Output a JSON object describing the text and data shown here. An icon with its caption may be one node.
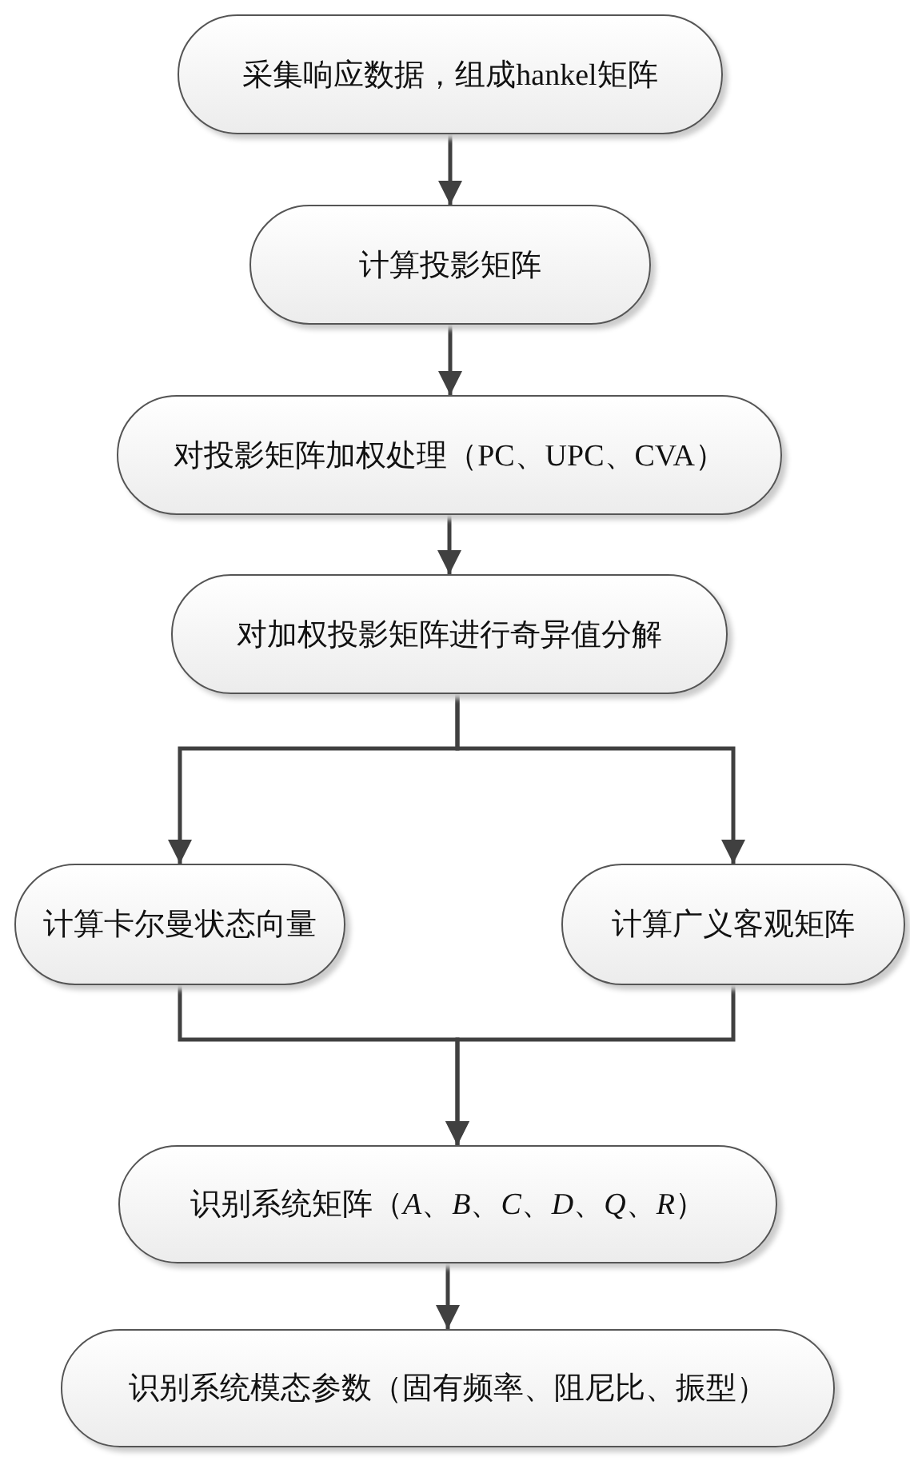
{
  "diagram": {
    "nodes": [
      {
        "text": [
          "采集响应数据，组成hankel矩阵"
        ]
      },
      {
        "text": [
          "计算投影矩阵"
        ]
      },
      {
        "text": [
          "对投影矩阵加权处理（PC、UPC、CVA）"
        ]
      },
      {
        "text": [
          "对加权投影矩阵进行奇异值分解"
        ]
      },
      {
        "text": [
          "计算卡尔曼状态向量"
        ]
      },
      {
        "text": [
          "计算广义客观矩阵"
        ]
      },
      {
        "text": [
          "识别系统矩阵（*A*、*B*、*C*、*D*、*Q*、*R*）"
        ]
      },
      {
        "text": [
          "识别系统模态参数（固有频率、阻尼比、振型）"
        ]
      }
    ],
    "edges": [
      {
        "from": 0,
        "to": 1,
        "arrow": "to"
      },
      {
        "from": 1,
        "to": 2,
        "arrow": "to"
      },
      {
        "from": 2,
        "to": 3,
        "arrow": "to"
      },
      {
        "from": 3,
        "to": 4,
        "arrow": "to"
      },
      {
        "from": 3,
        "to": 5,
        "arrow": "to"
      },
      {
        "from": 4,
        "to": 6,
        "arrow": "to"
      },
      {
        "from": 5,
        "to": 6,
        "arrow": "to"
      },
      {
        "from": 6,
        "to": 7,
        "arrow": "to"
      }
    ]
  }
}
